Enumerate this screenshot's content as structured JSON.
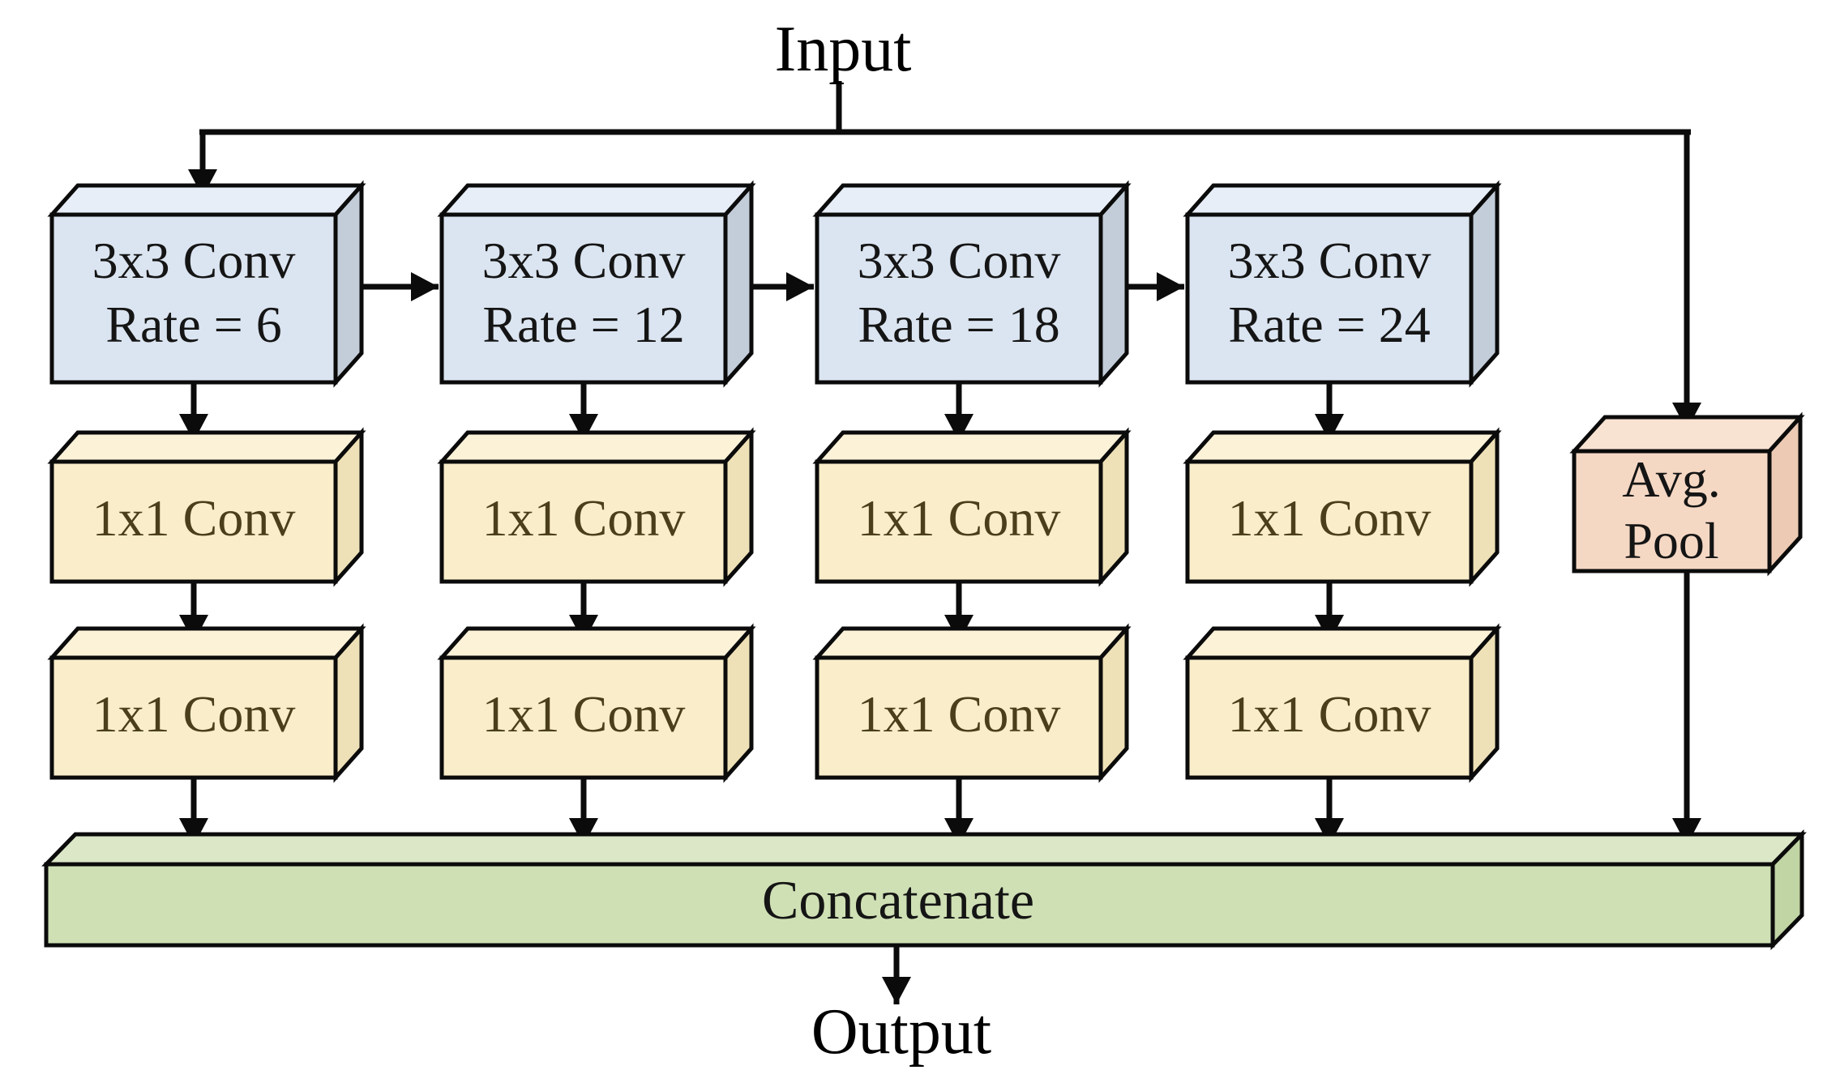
{
  "io": {
    "input": "Input",
    "output": "Output"
  },
  "concatenate": {
    "label": "Concatenate"
  },
  "avg_pool": {
    "line1": "Avg.",
    "line2": "Pool"
  },
  "conv_branches": [
    {
      "conv": {
        "line1": "3x3 Conv",
        "line2": "Rate = 6"
      },
      "pw1": "1x1 Conv",
      "pw2": "1x1 Conv"
    },
    {
      "conv": {
        "line1": "3x3 Conv",
        "line2": "Rate = 12"
      },
      "pw1": "1x1 Conv",
      "pw2": "1x1 Conv"
    },
    {
      "conv": {
        "line1": "3x3 Conv",
        "line2": "Rate = 18"
      },
      "pw1": "1x1 Conv",
      "pw2": "1x1 Conv"
    },
    {
      "conv": {
        "line1": "3x3 Conv",
        "line2": "Rate = 24"
      },
      "pw1": "1x1 Conv",
      "pw2": "1x1 Conv"
    }
  ],
  "colors": {
    "stroke": "#0b0b0b",
    "blue_front": "#dbe5f1",
    "blue_top": "#e7eef7",
    "blue_side": "#c3cdd9",
    "yellow_front": "#f9edca",
    "yellow_top": "#fbf2d8",
    "yellow_side": "#efe1b7",
    "green_front": "#cfe0b5",
    "green_top": "#dbe7c7",
    "green_side": "#c1d4a4",
    "pink_front": "#f5d8c4",
    "pink_top": "#f8e2d1",
    "pink_side": "#eccab3",
    "conv_text": "#151515",
    "pw_text": "#4a3f1a",
    "io_text": "#000000"
  }
}
